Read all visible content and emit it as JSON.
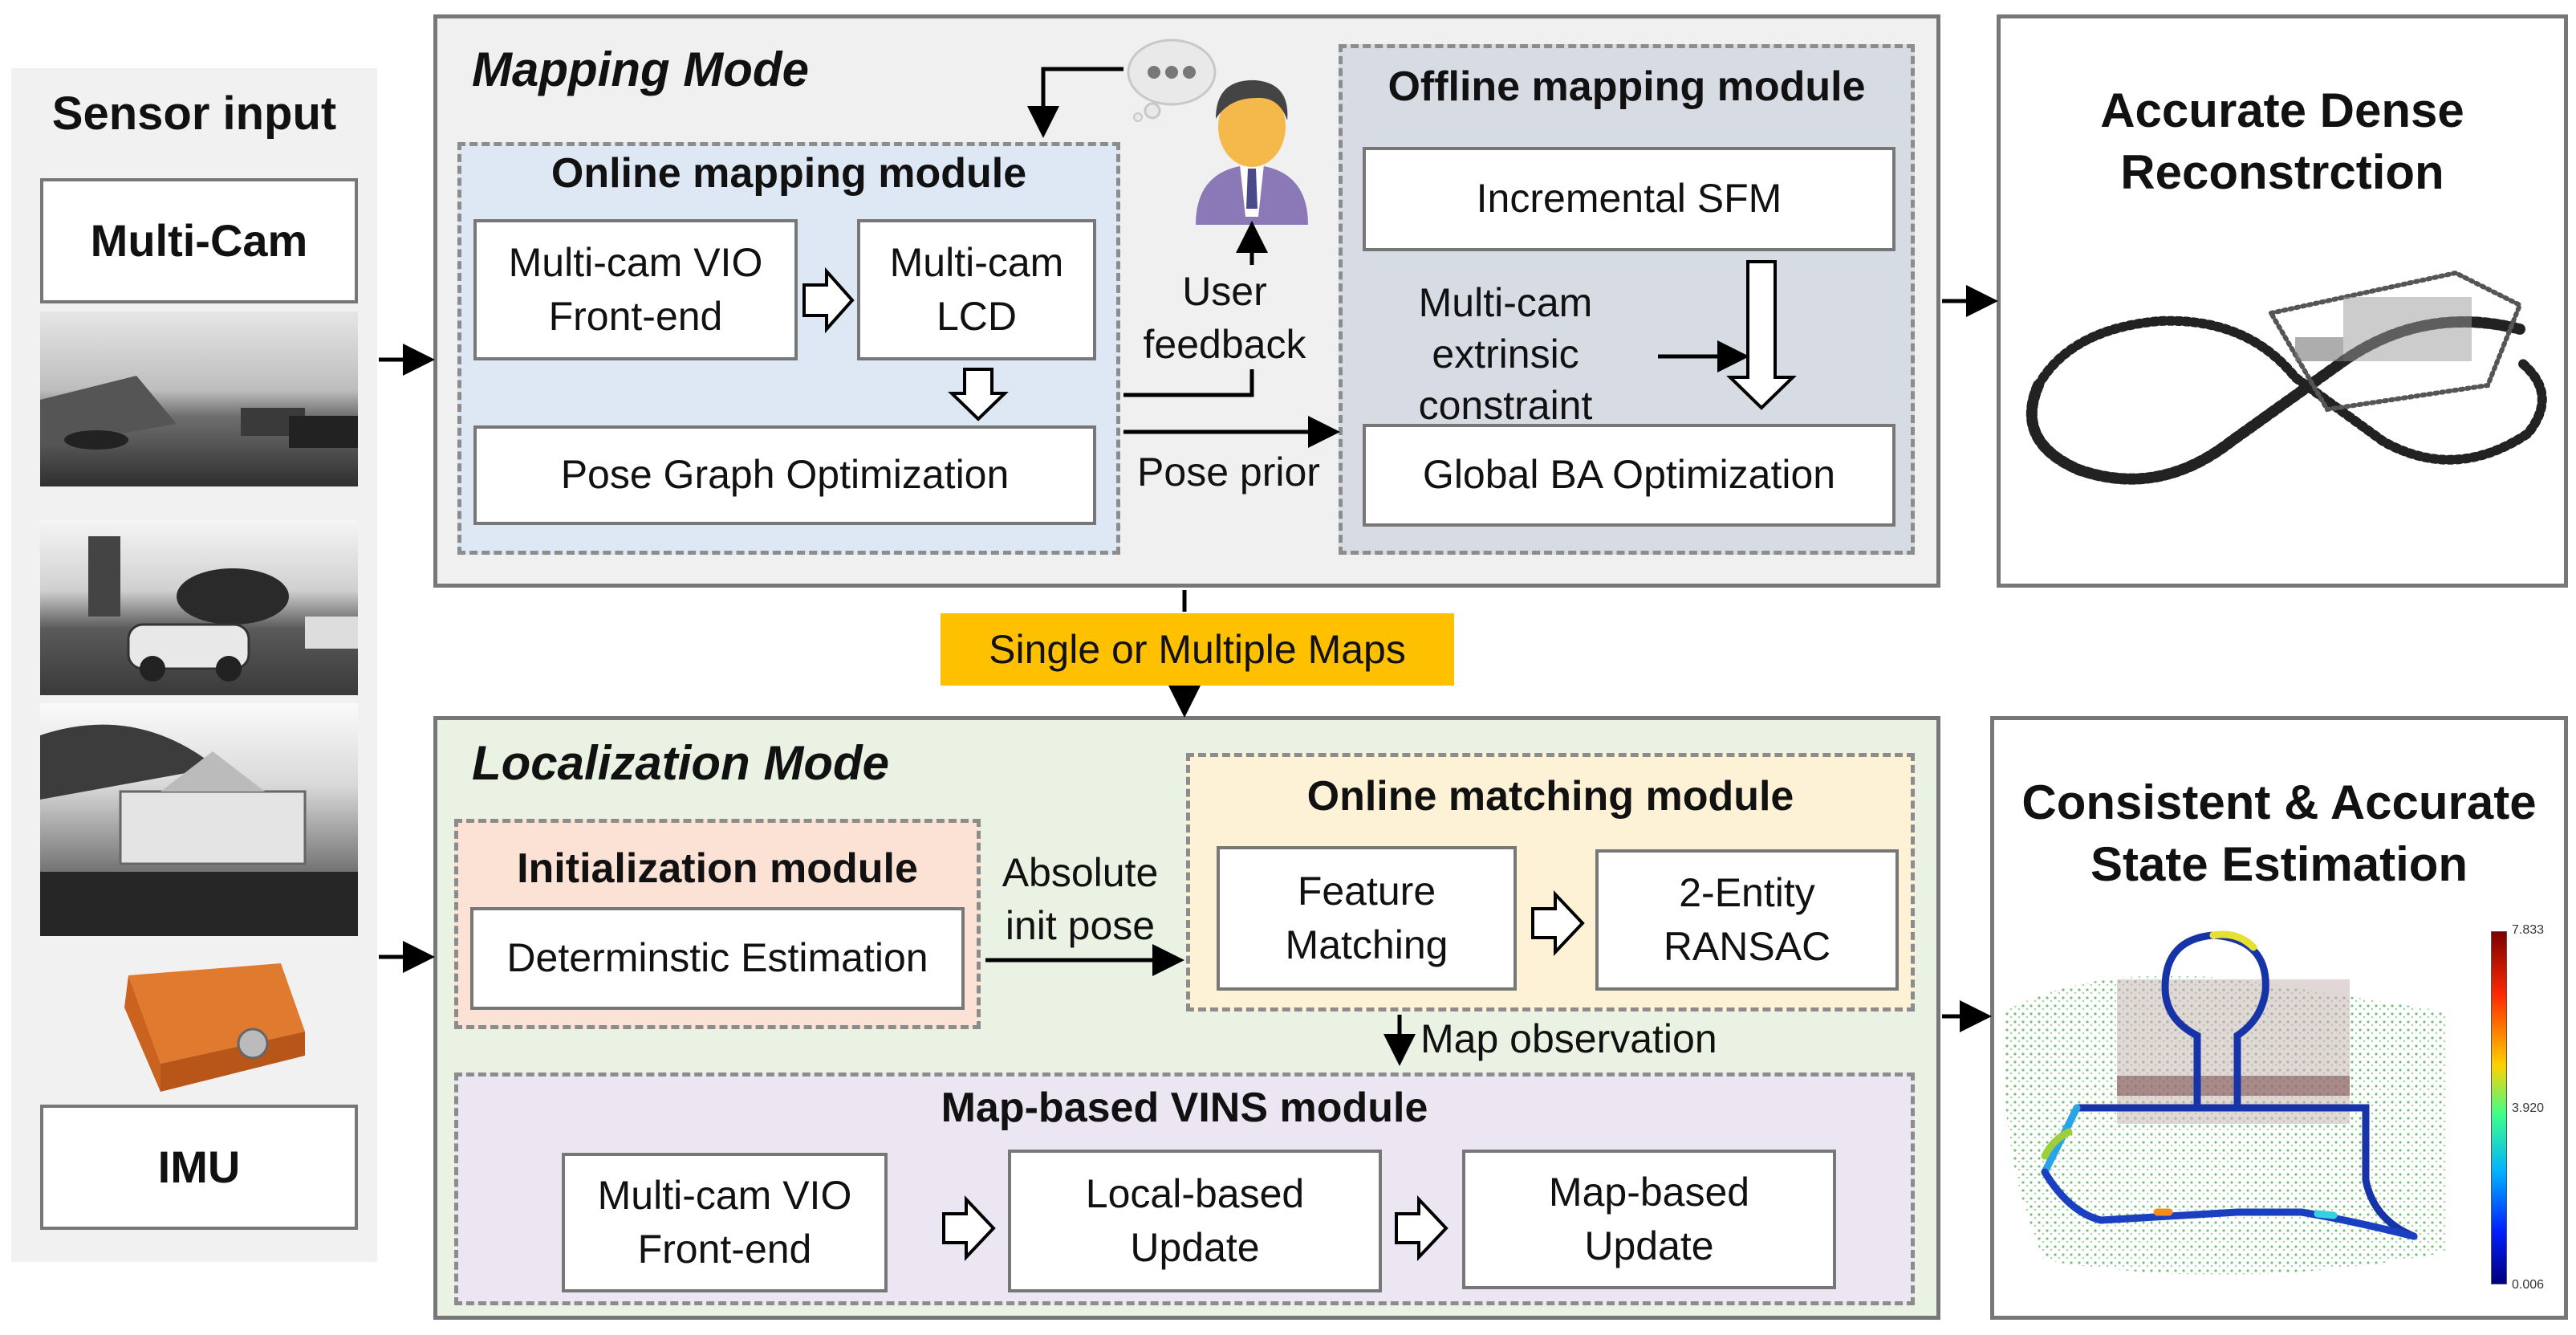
{
  "sensor": {
    "title": "Sensor input",
    "multicam_label": "Multi-Cam",
    "imu_label": "IMU"
  },
  "mapping": {
    "mode_title": "Mapping Mode",
    "online_module": {
      "title": "Online mapping module",
      "vio_frontend": "Multi-cam VIO\nFront-end",
      "lcd": "Multi-cam\nLCD",
      "pgo": "Pose Graph Optimization"
    },
    "user_feedback": "User\nfeedback",
    "pose_prior": "Pose prior",
    "offline_module": {
      "title": "Offline mapping module",
      "sfm": "Incremental SFM",
      "extrinsic": "Multi-cam extrinsic\nconstraint",
      "global_ba": "Global BA Optimization"
    }
  },
  "maps_label": "Single or Multiple Maps",
  "localization": {
    "mode_title": "Localization Mode",
    "init_module": {
      "title": "Initialization module",
      "estimation": "Determinstic Estimation"
    },
    "abs_init_pose": "Absolute\ninit pose",
    "matching_module": {
      "title": "Online matching module",
      "feature": "Feature\nMatching",
      "ransac": "2-Entity\nRANSAC"
    },
    "map_observation": "Map observation",
    "vins_module": {
      "title": "Map-based VINS module",
      "vio_frontend": "Multi-cam VIO\nFront-end",
      "local_update": "Local-based\nUpdate",
      "map_update": "Map-based\nUpdate"
    }
  },
  "outputs": {
    "reconstruction_title": "Accurate Dense\nReconstrction",
    "state_title": "Consistent & Accurate\nState Estimation",
    "colorbar_max": "7.833",
    "colorbar_mid": "3.920",
    "colorbar_min": "0.006"
  },
  "colors": {
    "online_mapping_bg": "#dde8f4",
    "offline_mapping_bg": "#d6dbe4",
    "mapping_panel_bg": "#f0f0f0",
    "localization_panel_bg": "#e9f2e3",
    "init_module_bg": "#fbe2d5",
    "matching_module_bg": "#fef2d6",
    "vins_module_bg": "#ece6f2",
    "maps_label_bg": "#ffc000",
    "feedback_label_bg": "#c4c4c4"
  }
}
